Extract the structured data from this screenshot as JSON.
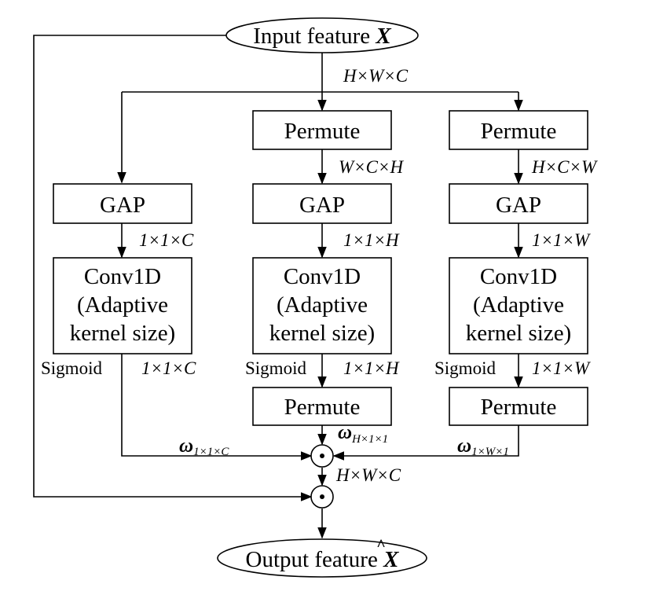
{
  "input": {
    "prefix": "Input feature ",
    "symbol": "X"
  },
  "output": {
    "prefix": "Output feature ",
    "symbol": "X",
    "hat": "^"
  },
  "dims": {
    "hwc_top": "H×W×C",
    "wch": "W×C×H",
    "hcw": "H×C×W",
    "c_11c": "1×1×C",
    "c_11h": "1×1×H",
    "c_11w": "1×1×W",
    "c2_11c": "1×1×C",
    "c2_11h": "1×1×H",
    "c2_11w": "1×1×W",
    "hwc_bottom": "H×W×C"
  },
  "boxes": {
    "permute_mid_top": "Permute",
    "permute_right_top": "Permute",
    "gap_left": "GAP",
    "gap_mid": "GAP",
    "gap_right": "GAP",
    "conv_line1": "Conv1D",
    "conv_line2": "(Adaptive",
    "conv_line3": "kernel size)",
    "permute_mid_bot": "Permute",
    "permute_right_bot": "Permute"
  },
  "sigmoid": {
    "left": "Sigmoid",
    "mid": "Sigmoid",
    "right": "Sigmoid"
  },
  "weights": {
    "omega": "ω",
    "left_sub": "1×1×C",
    "mid_sub": "H×1×1",
    "right_sub": "1×W×1"
  },
  "ops": {
    "multiply": "⊙"
  }
}
